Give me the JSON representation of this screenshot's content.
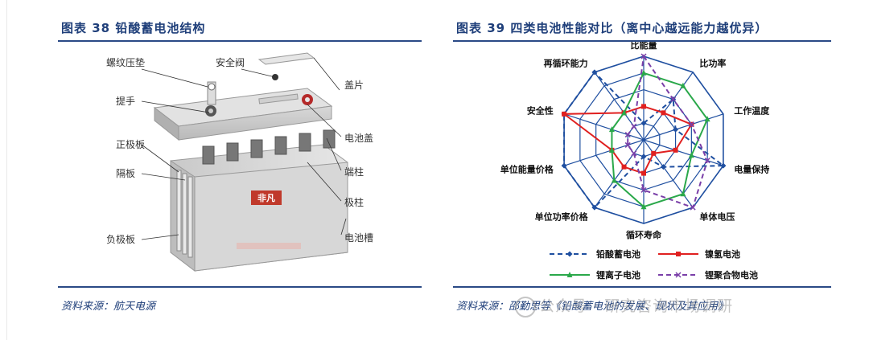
{
  "fig38": {
    "title": "图表 38   铅酸蓄电池结构",
    "source": "资料来源：航天电源",
    "brand_label": "非凡",
    "labels": {
      "luowen": "螺纹压垫",
      "anquanfa": "安全阀",
      "gaipian": "盖片",
      "tishou": "提手",
      "dianchigai": "电池盖",
      "zhengjiban": "正极板",
      "geban": "隔板",
      "duanzhu": "端柱",
      "jizhu": "极柱",
      "fujiban": "负极板",
      "dianchicao": "电池槽"
    }
  },
  "fig39": {
    "title": "图表 39   四类电池性能对比（离中心越远能力越优异）",
    "source": "资料来源：邵勤思等《铅酸蓄电池的发展、现状及其应用》",
    "watermark": "公众号 · 研究咨询市场调研"
  },
  "chart_data": {
    "type": "radar",
    "axes": [
      "比能量",
      "比功率",
      "工作温度",
      "电量保持",
      "单体电压",
      "循环寿命",
      "单位功率价格",
      "单位能量价格",
      "安全性",
      "再循环能力"
    ],
    "levels": 5,
    "max": 5,
    "series": [
      {
        "name": "铅酸蓄电池",
        "color": "#1f4fa0",
        "dash": "6,4",
        "marker": "diamond",
        "values": [
          1,
          3,
          2,
          5,
          2,
          1,
          5,
          5,
          5,
          5
        ]
      },
      {
        "name": "镍氢电池",
        "color": "#e02020",
        "dash": "",
        "marker": "square",
        "values": [
          2,
          2,
          3,
          2,
          1,
          2,
          2,
          2,
          5,
          2
        ]
      },
      {
        "name": "锂离子电池",
        "color": "#2aa84a",
        "dash": "",
        "marker": "triangle",
        "values": [
          4,
          4,
          4,
          3,
          4,
          4,
          3,
          2,
          2,
          2
        ]
      },
      {
        "name": "锂聚合物电池",
        "color": "#7a3fa8",
        "dash": "6,4",
        "marker": "x",
        "values": [
          5,
          3,
          3,
          4,
          5,
          3,
          1,
          1,
          1,
          1
        ]
      }
    ]
  }
}
